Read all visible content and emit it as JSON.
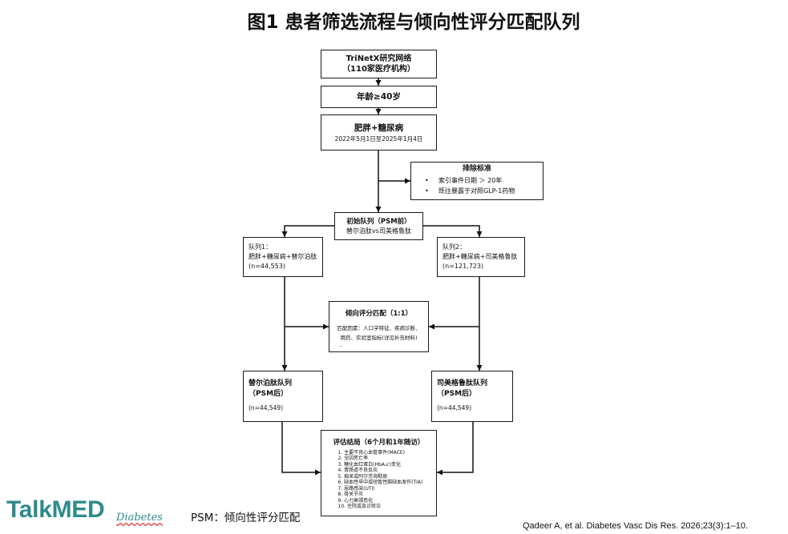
{
  "title": "图1 患者筛选流程与倾向性评分匹配队列",
  "flow": {
    "source": {
      "name": "TriNetX研究网络",
      "detail": "（110家医疗机构）"
    },
    "age": {
      "label": "年龄≥40岁"
    },
    "condition": {
      "label": "肥胖+糖尿病",
      "date_range": "2022年5月1日至2025年1月4日"
    },
    "exclusion": {
      "title": "排除标准",
      "bullet": "•",
      "items": [
        "索引事件日期 ＞ 20年",
        "既往暴露于对照GLP-1药物"
      ]
    },
    "initial_cohort": {
      "title": "初始队列（PSM前）",
      "comparison": "替尔泊肽vs司美格鲁肽"
    },
    "cohort1": {
      "label": "队列1：",
      "definition": "肥胖+糖尿病+替尔泊肽",
      "n": "(n=44,553)"
    },
    "cohort2": {
      "label": "队列2：",
      "definition": "肥胖+糖尿病+司美格鲁肽",
      "n": "(n=121,723)"
    },
    "psm": {
      "title": "倾向评分匹配（1:1）",
      "factors": [
        "匹配因素：人口学特征、疾病诊断、",
        "用药、实验室指标(详见补充材料)"
      ],
      "mark": "-"
    },
    "matched1": {
      "name": "替尔泊肽队列",
      "stage": "（PSM后）",
      "n": "(n=44,549)"
    },
    "matched2": {
      "name": "司美格鲁肽队列",
      "stage": "（PSM后）",
      "n": "(n=44,549)"
    },
    "outcomes": {
      "title": "评估结局（6个月和1年随访）",
      "items": [
        "1. 主要不良心血管事件(MACE)",
        "2. 全因死亡率",
        "3. 糖化血红蛋白(HbA₁c)变化",
        "4. 胃肠道不良反应",
        "5. 痴呆或阿尔茨海默病",
        "6. 缺血性卒中或短暂性脑缺血发作(TIA)",
        "7. 尿路感染(UTI)",
        "8. 骨关节炎",
        "9. 心力衰竭恶化",
        "10. 住院或急诊就诊"
      ]
    }
  },
  "footer": {
    "logo": "TalkMED",
    "logo_tagline": "Diabetes",
    "abbreviation": "PSM：倾向性评分匹配",
    "citation": "Qadeer A, et al. Diabetes Vasc Dis Res. 2026;23(3):1–10."
  },
  "colors": {
    "logo": "#2e8b8c",
    "line": "#111111",
    "box_border": "#1a1a1a",
    "text": "#111111"
  }
}
